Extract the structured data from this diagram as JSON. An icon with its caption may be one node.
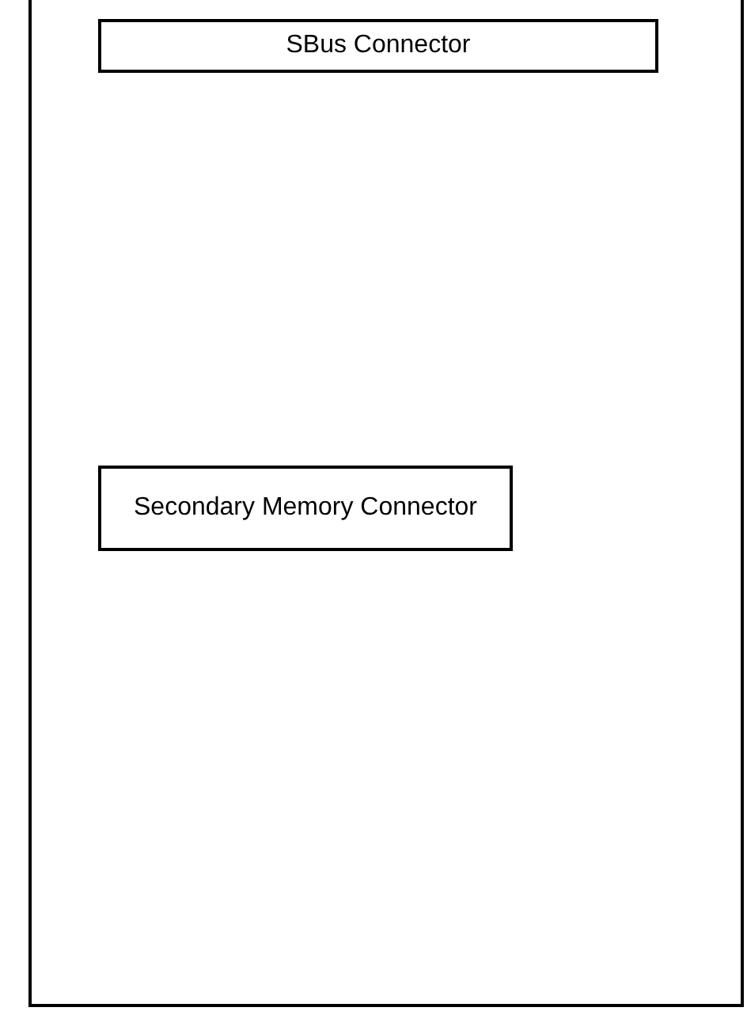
{
  "diagram": {
    "nodes": [
      {
        "text": [],
        "shape": "box"
      },
      {
        "text": [
          "SBus Connector"
        ],
        "in": 0
      },
      {
        "text": [
          "Secondary Memory Connector"
        ],
        "in": 0
      }
    ]
  }
}
